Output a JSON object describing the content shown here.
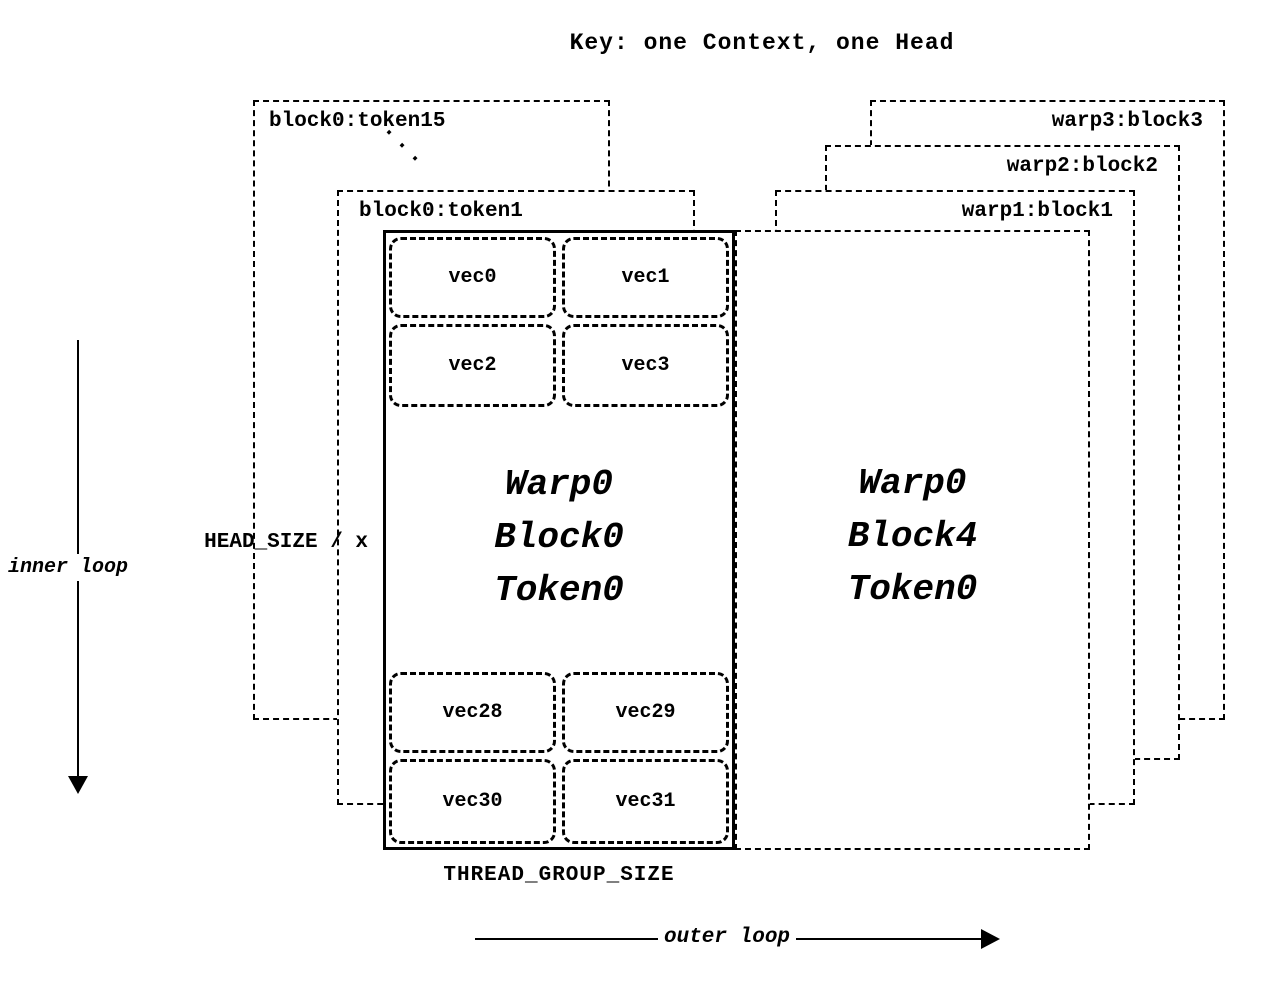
{
  "title": "Key: one Context, one Head",
  "left_stack": {
    "outer_box_label": "block0:token15",
    "ellipsis": "···",
    "inner_box_label": "block0:token1"
  },
  "right_stack": {
    "warp3_label": "warp3:block3",
    "warp2_label": "warp2:block2",
    "warp1_label": "warp1:block1"
  },
  "main_block": {
    "lines": [
      "Warp0",
      "Block0",
      "Token0"
    ],
    "top_vectors": [
      "vec0",
      "vec1",
      "vec2",
      "vec3"
    ],
    "bottom_vectors": [
      "vec28",
      "vec29",
      "vec30",
      "vec31"
    ]
  },
  "block4": {
    "lines": [
      "Warp0",
      "Block4",
      "Token0"
    ]
  },
  "annotations": {
    "head_size": "HEAD_SIZE / x",
    "thread_group_size": "THREAD_GROUP_SIZE",
    "inner_loop": "inner loop",
    "outer_loop": "outer loop"
  },
  "colors": {
    "ink": "#000000",
    "background": "#ffffff"
  }
}
